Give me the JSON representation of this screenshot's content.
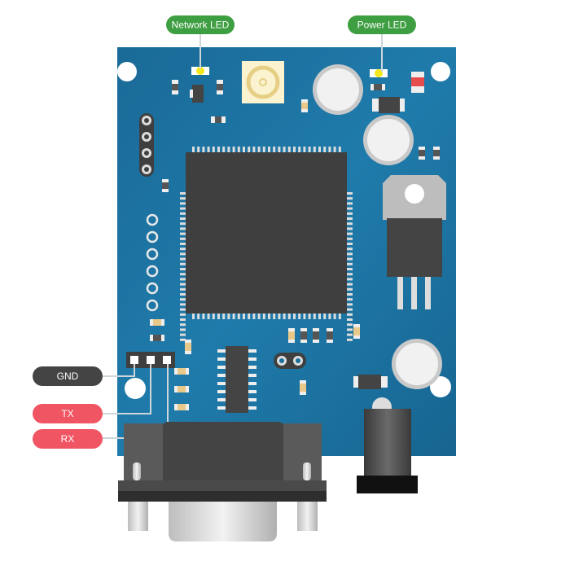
{
  "labels": {
    "network_led": "Network LED",
    "power_led": "Power LED",
    "gnd": "GND",
    "tx": "TX",
    "rx": "RX"
  },
  "colors": {
    "board": "#1b6e9a",
    "label_green": "#3e9e42",
    "label_red": "#f05563",
    "label_dark": "#444444",
    "led_yellow": "#f3e81c"
  }
}
